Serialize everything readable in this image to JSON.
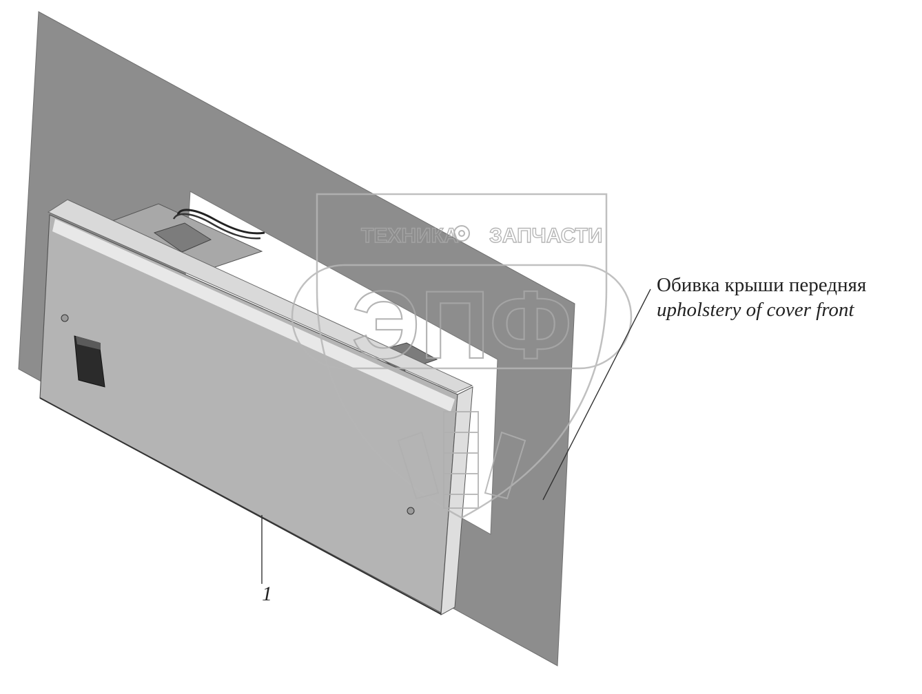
{
  "callout_label": {
    "ru": "Обивка крыши передняя",
    "en": "upholstery of cover front"
  },
  "part_number": "1",
  "watermark": {
    "left_word": "ТЕХНИКА",
    "right_word": "ЗАПЧАСТИ",
    "monogram": "ЭПФ",
    "emblem_icon": "gear-icon"
  }
}
